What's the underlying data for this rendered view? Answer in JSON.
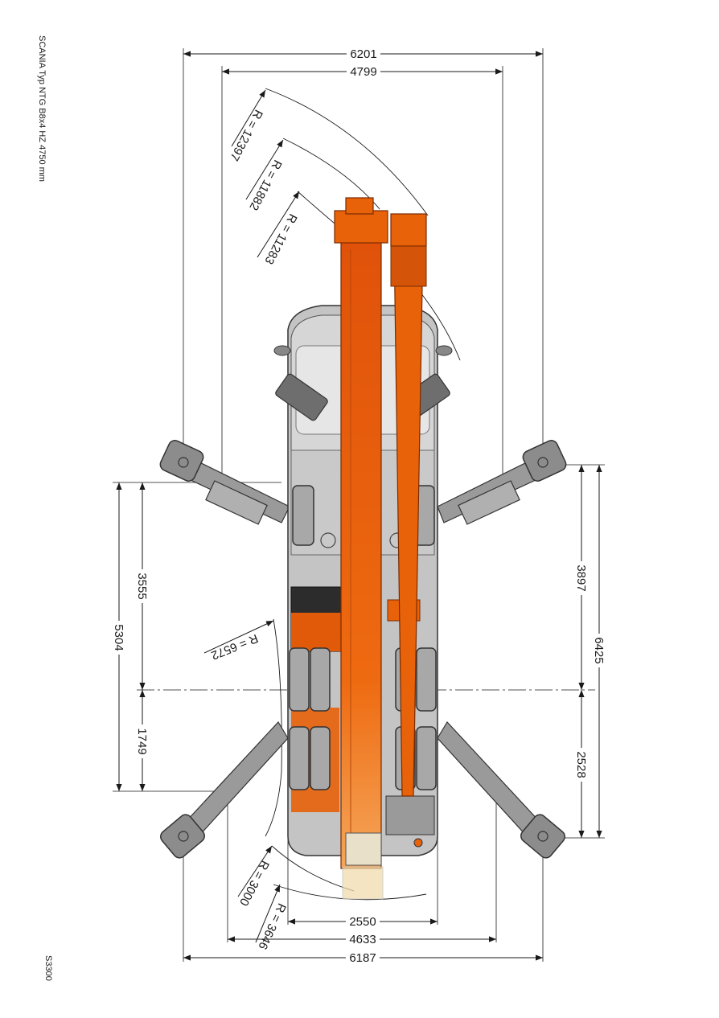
{
  "header": {
    "title": "SCANIA Typ NTG B8x4 HZ 4750 mm"
  },
  "footer": {
    "code": "S3300"
  },
  "colors": {
    "boom": "#e8620a",
    "truck": "#b8b8b8",
    "truck_dark": "#5a5a5a",
    "outrigger": "#9a9a9a",
    "line": "#1a1a1a"
  },
  "dimensions": {
    "top_overall": "6201",
    "top_inner": "4799",
    "bottom_track": "2550",
    "bottom_inner": "4633",
    "bottom_overall": "6187",
    "left_upper": "3555",
    "left_overall": "5304",
    "left_lower": "1749",
    "right_upper": "3897",
    "right_overall": "6425",
    "right_lower": "2528"
  },
  "radii": {
    "r1": "R = 12397",
    "r2": "R = 11882",
    "r3": "R = 11283",
    "r4": "R = 6572",
    "r5": "R = 3000",
    "r6": "R = 3646"
  }
}
